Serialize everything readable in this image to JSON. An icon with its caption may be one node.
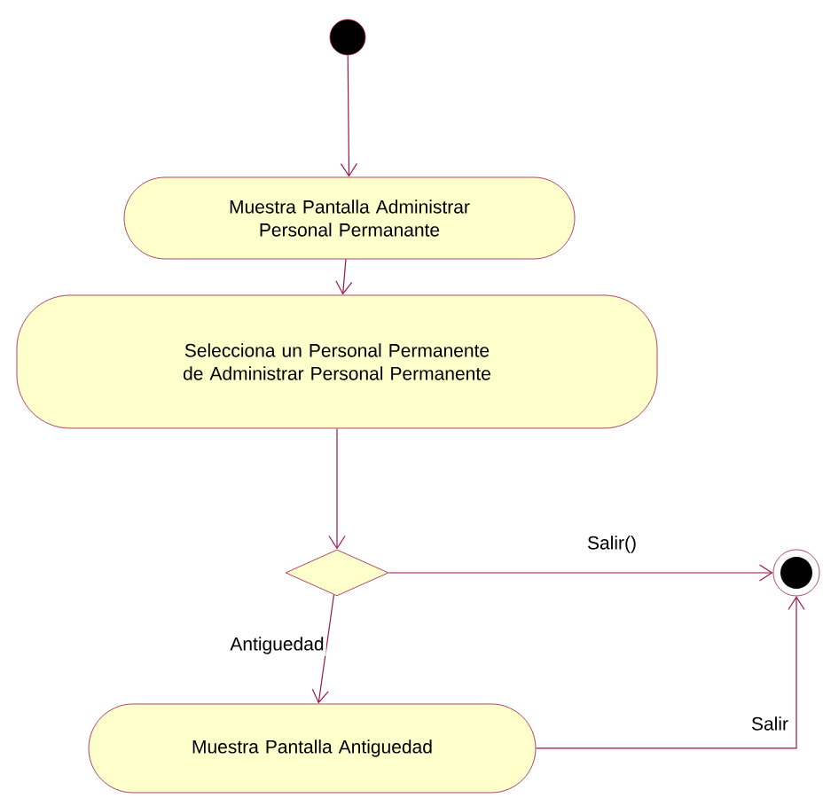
{
  "diagram": {
    "nodes": [
      {
        "text": [],
        "shape": "circle"
      },
      {
        "text": [
          "Muestra Pantalla Administrar Personal Permanante"
        ]
      },
      {
        "text": [
          "Selecciona un  Personal Permanente de Administrar Personal Permanente"
        ]
      },
      {
        "text": [],
        "shape": "diamond"
      },
      {
        "text": [
          "Muestra Pantalla Antiguedad"
        ]
      },
      {
        "text": [],
        "shape": "circle"
      }
    ],
    "edges": [
      {
        "from": 0,
        "to": 1,
        "arrow": "to"
      },
      {
        "from": 1,
        "to": 2,
        "arrow": "to"
      },
      {
        "from": 2,
        "to": 3,
        "arrow": "to"
      },
      {
        "from": 3,
        "to": 5,
        "arrow": "to",
        "label": "Salir()"
      },
      {
        "from": 3,
        "to": 4,
        "arrow": "to",
        "label": "Antiguedad"
      },
      {
        "from": 4,
        "to": 5,
        "arrow": "to",
        "label": "Salir"
      }
    ]
  }
}
